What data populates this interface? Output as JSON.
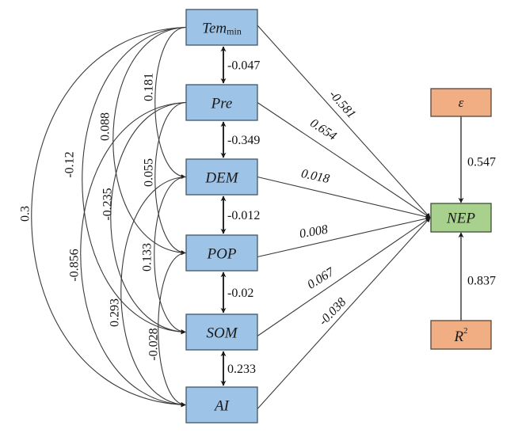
{
  "colors": {
    "predictor_fill": "#9DC3E6",
    "predictor_stroke": "#41566B",
    "response_fill": "#A9D18E",
    "response_stroke": "#3F4F36",
    "aux_fill": "#F0AE82",
    "aux_stroke": "#55473D",
    "line": "#3a3a3a"
  },
  "predictors": [
    {
      "id": "tem",
      "label": "Tem",
      "sub": "min"
    },
    {
      "id": "pre",
      "label": "Pre",
      "sub": ""
    },
    {
      "id": "dem",
      "label": "DEM",
      "sub": ""
    },
    {
      "id": "pop",
      "label": "POP",
      "sub": ""
    },
    {
      "id": "som",
      "label": "SOM",
      "sub": ""
    },
    {
      "id": "ai",
      "label": "AI",
      "sub": ""
    }
  ],
  "response": {
    "id": "nep",
    "label": "NEP"
  },
  "error": {
    "id": "eps",
    "label": "ε",
    "coef": "0.547"
  },
  "r2": {
    "id": "r2",
    "label": "R",
    "sup": "2",
    "coef": "0.837"
  },
  "adjacent_correlations": [
    {
      "from": "tem",
      "to": "pre",
      "coef": "-0.047"
    },
    {
      "from": "pre",
      "to": "dem",
      "coef": "-0.349"
    },
    {
      "from": "dem",
      "to": "pop",
      "coef": "-0.012"
    },
    {
      "from": "pop",
      "to": "som",
      "coef": "-0.02"
    },
    {
      "from": "som",
      "to": "ai",
      "coef": "0.233"
    }
  ],
  "curved_correlations": [
    {
      "from": "tem",
      "to": "ai",
      "coef": "0.3"
    },
    {
      "from": "tem",
      "to": "som",
      "coef": "-0.12"
    },
    {
      "from": "tem",
      "to": "pop",
      "coef": "0.088"
    },
    {
      "from": "tem",
      "to": "dem",
      "coef": "0.181"
    },
    {
      "from": "pre",
      "to": "ai",
      "coef": "-0.856"
    },
    {
      "from": "pre",
      "to": "som",
      "coef": "-0.235"
    },
    {
      "from": "pre",
      "to": "pop",
      "coef": "0.055"
    },
    {
      "from": "dem",
      "to": "ai",
      "coef": "0.293"
    },
    {
      "from": "dem",
      "to": "som",
      "coef": "0.133"
    },
    {
      "from": "pop",
      "to": "ai",
      "coef": "-0.028"
    }
  ],
  "paths_to_nep": [
    {
      "from": "tem",
      "coef": "-0.581"
    },
    {
      "from": "pre",
      "coef": "0.654"
    },
    {
      "from": "dem",
      "coef": "0.018"
    },
    {
      "from": "pop",
      "coef": "0.008"
    },
    {
      "from": "som",
      "coef": "0.067"
    },
    {
      "from": "ai",
      "coef": "-0.038"
    }
  ]
}
